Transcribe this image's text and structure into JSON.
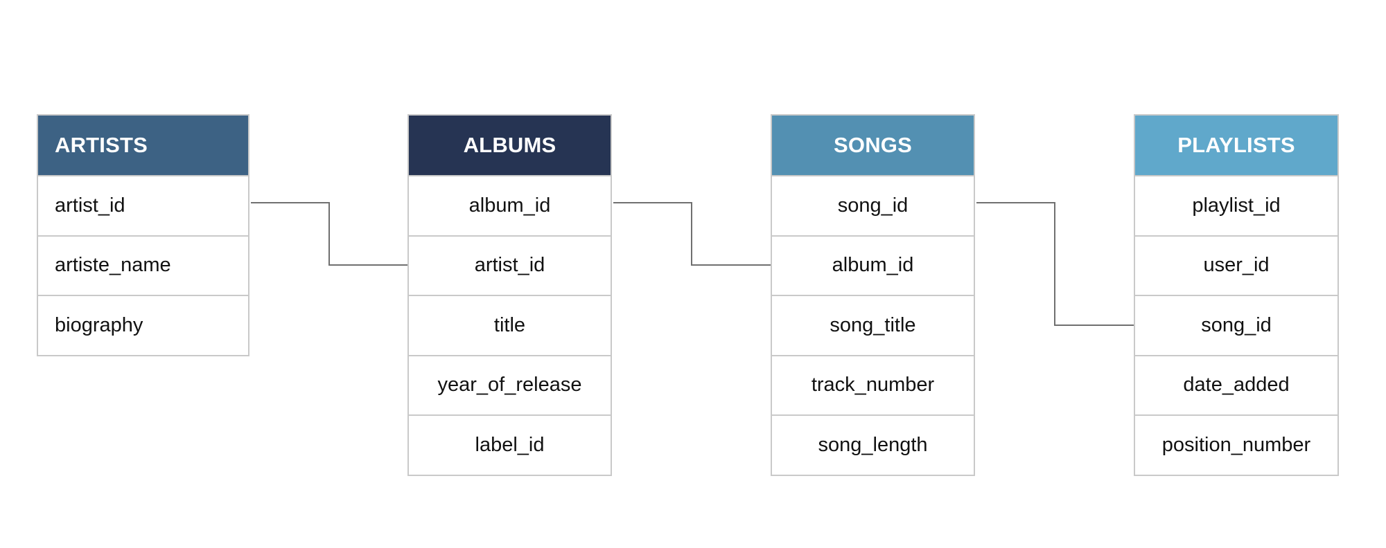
{
  "tables": [
    {
      "name": "ARTISTS",
      "color": "#3d6284",
      "fields": [
        "artist_id",
        "artiste_name",
        "biography"
      ]
    },
    {
      "name": "ALBUMS",
      "color": "#263453",
      "fields": [
        "album_id",
        "artist_id",
        "title",
        "year_of_release",
        "label_id"
      ]
    },
    {
      "name": "SONGS",
      "color": "#5390b2",
      "fields": [
        "song_id",
        "album_id",
        "song_title",
        "track_number",
        "song_length"
      ]
    },
    {
      "name": "PLAYLISTS",
      "color": "#60a8cb",
      "fields": [
        "playlist_id",
        "user_id",
        "song_id",
        "date_added",
        "position_number"
      ]
    }
  ],
  "relationships": [
    {
      "from": "ARTISTS.artist_id",
      "to": "ALBUMS.artist_id"
    },
    {
      "from": "ALBUMS.album_id",
      "to": "SONGS.album_id"
    },
    {
      "from": "SONGS.song_id",
      "to": "PLAYLISTS.song_id"
    }
  ]
}
